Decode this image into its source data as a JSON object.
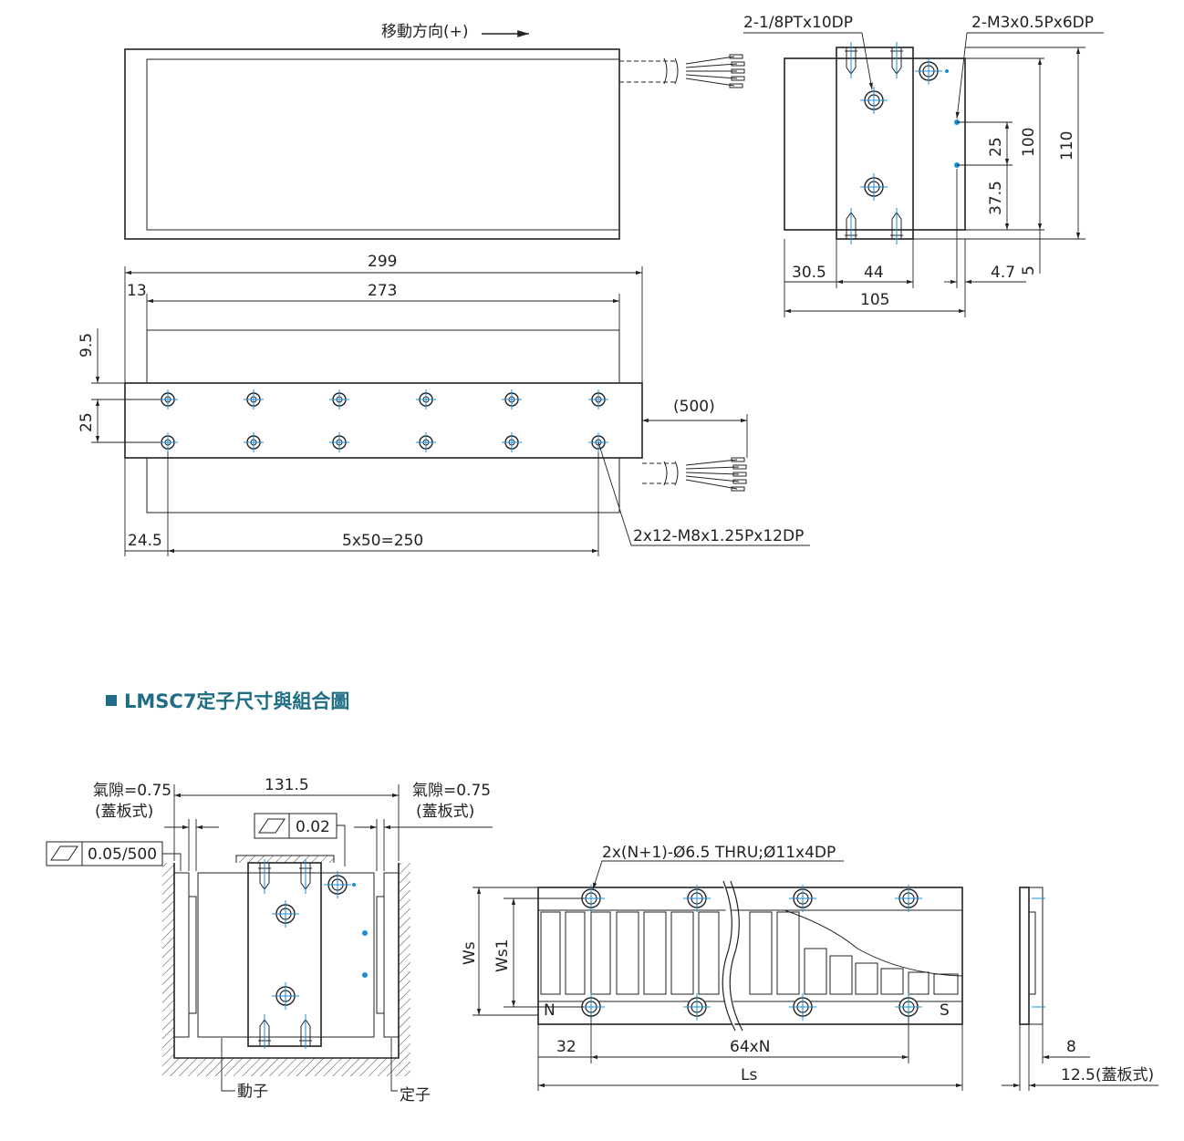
{
  "section_title": "LMSC7定子尺寸與組合圖",
  "colors": {
    "accent": "#1f6e86",
    "center_line": "#1a8fd6",
    "line": "#222222"
  },
  "top_view": {
    "direction_label": "移動方向(+)"
  },
  "front_view": {
    "dims": {
      "overall_length": "299",
      "inner_length": "273",
      "left_offset": "13",
      "top_offset": "9.5",
      "hole_pitch_v": "25",
      "cable_length": "(500)",
      "first_hole": "24.5",
      "hole_span": "5x50=250"
    },
    "hole_callout": "2x12-M8x1.25Px12DP"
  },
  "side_view": {
    "callout_pt": "2-1/8PTx10DP",
    "callout_m3": "2-M3x0.5Px6DP",
    "dims": {
      "d25": "25",
      "d37_5": "37.5",
      "d100": "100",
      "d110": "110",
      "d5": "5",
      "d30_5": "30.5",
      "d44": "44",
      "d4_7": "4.7",
      "d105": "105"
    }
  },
  "assembly": {
    "air_gap_left": "氣隙=0.75",
    "cover_left": "(蓋板式)",
    "air_gap_right": "氣隙=0.75",
    "cover_right": "(蓋板式)",
    "width": "131.5",
    "flatness_top": "0.02",
    "flatness_left": "0.05/500",
    "mover_label": "動子",
    "stator_label": "定子"
  },
  "stator": {
    "hole_callout": "2x(N+1)-Ø6.5 THRU;Ø11x4DP",
    "ws": "Ws",
    "ws1": "Ws1",
    "n_pole": "N",
    "s_pole": "S",
    "d32": "32",
    "pitch": "64xN",
    "ls": "Ls",
    "d8": "8",
    "d12_5": "12.5(蓋板式)"
  }
}
